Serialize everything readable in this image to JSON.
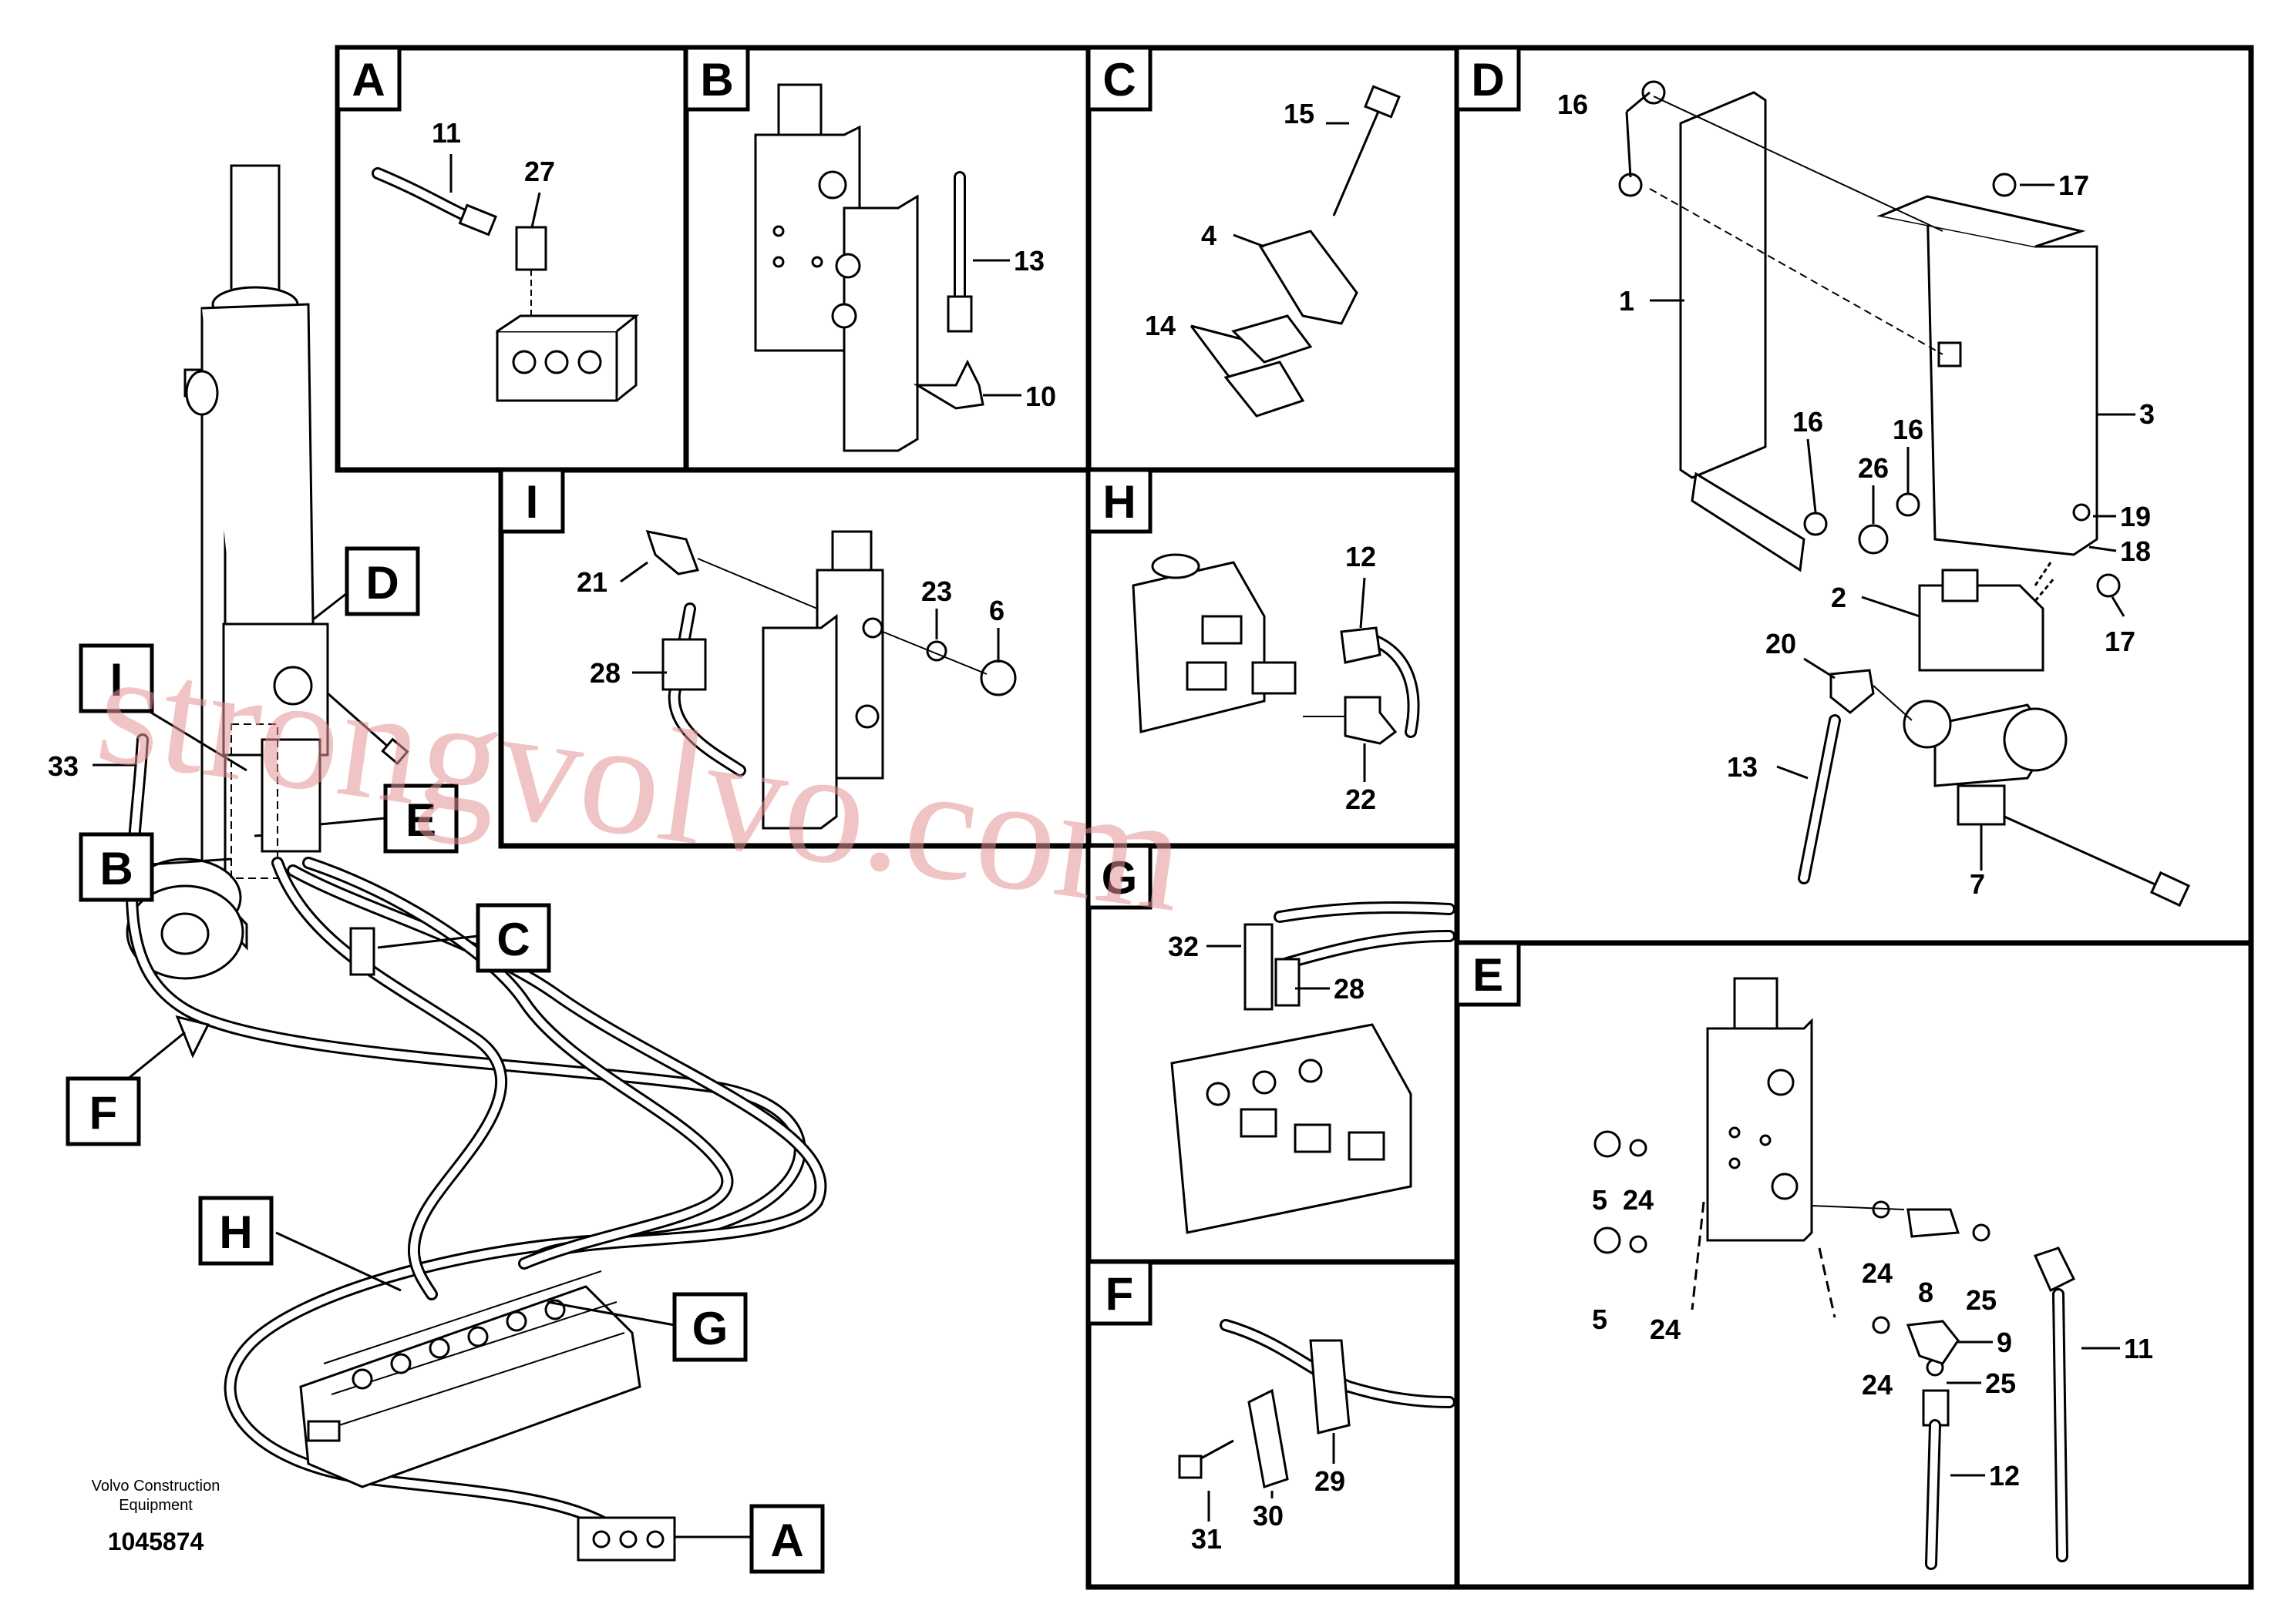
{
  "panels": {
    "A": {
      "label": "A",
      "parts": [
        "11",
        "27"
      ]
    },
    "B": {
      "label": "B",
      "parts": [
        "13",
        "10"
      ]
    },
    "C": {
      "label": "C",
      "parts": [
        "15",
        "4",
        "14"
      ]
    },
    "D": {
      "label": "D",
      "parts": [
        "16",
        "17",
        "1",
        "3",
        "16",
        "26",
        "16",
        "19",
        "18",
        "2",
        "17",
        "20",
        "13",
        "7"
      ]
    },
    "I": {
      "label": "I",
      "parts": [
        "21",
        "23",
        "6",
        "28"
      ]
    },
    "H": {
      "label": "H",
      "parts": [
        "12",
        "22"
      ]
    },
    "G": {
      "label": "G",
      "parts": [
        "32",
        "28"
      ]
    },
    "F": {
      "label": "F",
      "parts": [
        "29",
        "31",
        "30"
      ]
    },
    "E": {
      "label": "E",
      "parts": [
        "5",
        "24",
        "5",
        "24",
        "24",
        "8",
        "25",
        "11",
        "9",
        "24",
        "25",
        "12"
      ]
    }
  },
  "overview": {
    "callouts": [
      "D",
      "I",
      "E",
      "B",
      "C",
      "F",
      "H",
      "G",
      "A"
    ],
    "part_33": "33"
  },
  "footer": {
    "company_line1": "Volvo Construction",
    "company_line2": "Equipment",
    "drawing_number": "1045874"
  },
  "watermark": "strongvolvo.com"
}
